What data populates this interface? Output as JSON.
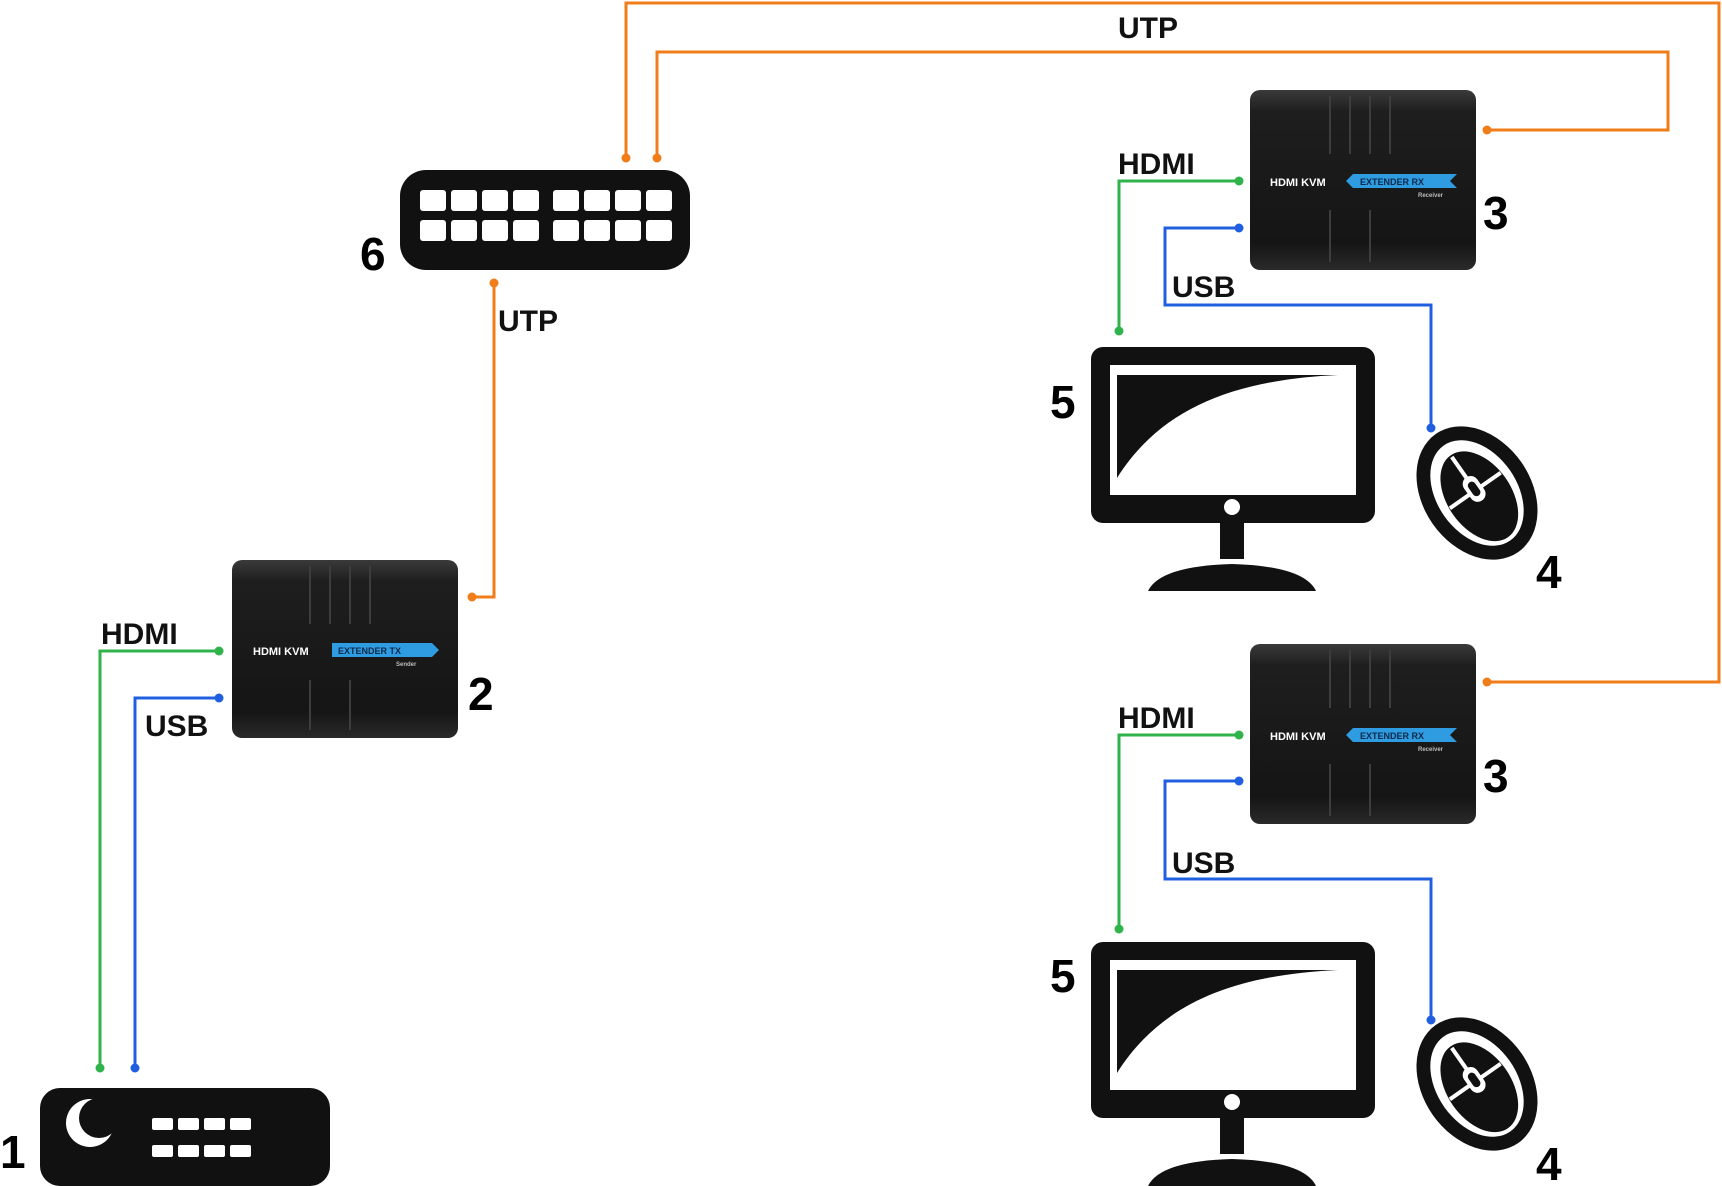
{
  "colors": {
    "utp": "#f07d1a",
    "hdmi": "#2fb34a",
    "usb": "#2060e0",
    "device": "#1c1c1c",
    "brand_accent": "#2f9be0"
  },
  "cable_labels": {
    "utp_top": "UTP",
    "utp_mid": "UTP",
    "hdmi_sender": "HDMI",
    "usb_sender": "USB",
    "hdmi_rx1": "HDMI",
    "usb_rx1": "USB",
    "hdmi_rx2": "HDMI",
    "usb_rx2": "USB"
  },
  "device_numbers": {
    "source": "1",
    "sender": "2",
    "receiver_1": "3",
    "receiver_2": "3",
    "mouse_1": "4",
    "mouse_2": "4",
    "monitor_1": "5",
    "monitor_2": "5",
    "switch": "6"
  },
  "sender_box": {
    "brand": "HDMI KVM",
    "badge": "EXTENDER TX",
    "sub": "Sender"
  },
  "receiver_box": {
    "brand": "HDMI KVM",
    "badge": "EXTENDER RX",
    "sub": "Receiver"
  },
  "icons": [
    "network-switch-icon",
    "kvm-box-icon",
    "media-player-icon",
    "monitor-icon",
    "mouse-icon"
  ]
}
